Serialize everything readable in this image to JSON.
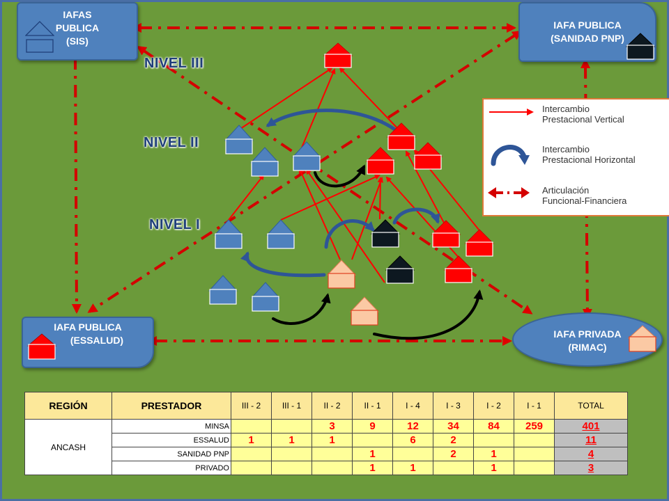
{
  "entities": {
    "sis": {
      "line1": "IAFAS",
      "line2": "PUBLICA",
      "line3": "(SIS)"
    },
    "pnp": {
      "line1": "IAFA PUBLICA",
      "line2": "(SANIDAD PNP)"
    },
    "essalud": {
      "line1": "IAFA PUBLICA",
      "line2": "(ESSALUD)"
    },
    "rimac": {
      "line1": "IAFA PRIVADA",
      "line2": "(RIMAC)"
    }
  },
  "levels": {
    "n3": "NIVEL III",
    "n2": "NIVEL II",
    "n1": "NIVEL I"
  },
  "legend": {
    "vertical": {
      "line1": "Intercambio",
      "line2": "Prestacional  Vertical"
    },
    "horizontal": {
      "line1": "Intercambio",
      "line2": "Prestacional Horizontal"
    },
    "financial": {
      "line1": "Articulación",
      "line2": "Funcional-Financiera"
    }
  },
  "colors": {
    "minsa": "#4f81bd",
    "essalud": "#ff0000",
    "pnp": "#0d1820",
    "privado": "#fbc9a4",
    "red_arrow": "#ff0000",
    "blue_arrow": "#2e5597",
    "background": "#6b9a3a"
  },
  "table": {
    "headers": [
      "REGIÓN",
      "PRESTADOR",
      "III - 2",
      "III - 1",
      "II - 2",
      "II - 1",
      "I - 4",
      "I - 3",
      "I - 2",
      "I - 1",
      "TOTAL"
    ],
    "region": "ANCASH",
    "rows": [
      {
        "prestador": "MINSA",
        "cells": [
          "",
          "",
          "3",
          "9",
          "12",
          "34",
          "84",
          "259"
        ],
        "total": "401"
      },
      {
        "prestador": "ESSALUD",
        "cells": [
          "1",
          "1",
          "1",
          "",
          "6",
          "2",
          "",
          ""
        ],
        "total": "11"
      },
      {
        "prestador": "SANIDAD PNP",
        "cells": [
          "",
          "",
          "",
          "1",
          "",
          "2",
          "1",
          ""
        ],
        "total": "4"
      },
      {
        "prestador": "PRIVADO",
        "cells": [
          "",
          "",
          "",
          "1",
          "1",
          "",
          "1",
          ""
        ],
        "total": "3"
      }
    ]
  }
}
